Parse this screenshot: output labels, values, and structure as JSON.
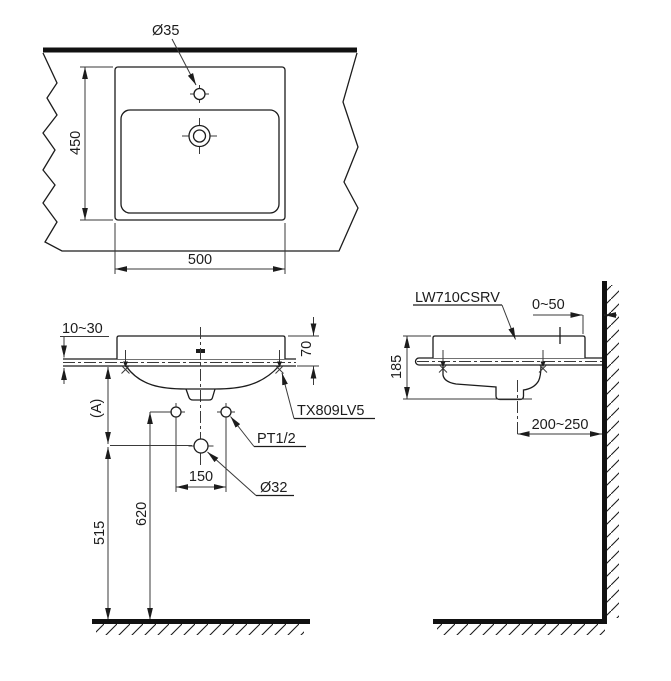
{
  "labels": {
    "top": {
      "faucet_hole": "Ø35",
      "depth": "450",
      "width": "500"
    },
    "front": {
      "counter_thickness": "10~30",
      "rim_height": "70",
      "dim_a": "(A)",
      "faucet_model": "TX809LV5",
      "supply": "PT1/2",
      "supply_spacing": "150",
      "drain_dia": "Ø32",
      "supply_height": "620",
      "drain_height": "515"
    },
    "side": {
      "product": "LW710CSRV",
      "wall_gap": "0~50",
      "height": "185",
      "drain_offset": "200~250"
    }
  },
  "colors": {
    "ink": "#1c1c1c",
    "background": "#ffffff"
  }
}
